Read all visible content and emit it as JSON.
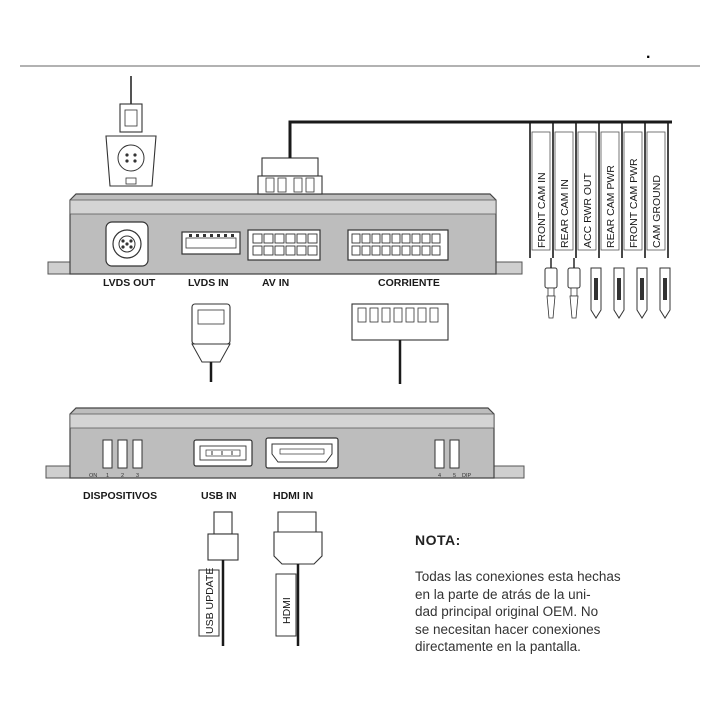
{
  "header": {
    "mark": "."
  },
  "top_unit": {
    "ports": {
      "lvds_out": "LVDS OUT",
      "lvds_in": "LVDS IN",
      "av_in": "AV IN",
      "power": "CORRIENTE"
    },
    "harness_wires": [
      "FRONT CAM IN",
      "REAR CAM IN",
      "ACC RWR OUT",
      "REAR CAM PWR",
      "FRONT CAM PWR",
      "CAM GROUND"
    ]
  },
  "bottom_unit": {
    "ports": {
      "devices": "DISPOSITIVOS",
      "usb_in": "USB IN",
      "hdmi_in": "HDMI IN"
    },
    "dip_left": [
      "ON",
      "1",
      "2",
      "3"
    ],
    "dip_right": [
      "4",
      "5",
      "DIP"
    ],
    "cable_tags": {
      "usb": "USB UPDATE",
      "hdmi": "HDMI"
    }
  },
  "note": {
    "title": "NOTA:",
    "body": "Todas las conexiones esta hechas\nen la parte de atrás de la uni-\ndad principal original OEM. No\nse necesitan hacer conexiones\ndirectamente en la pantalla."
  },
  "colors": {
    "box_fill": "#bdbdbd",
    "box_top": "#d6d6d6",
    "line": "#1a1a1a",
    "connector": "#ffffff"
  }
}
